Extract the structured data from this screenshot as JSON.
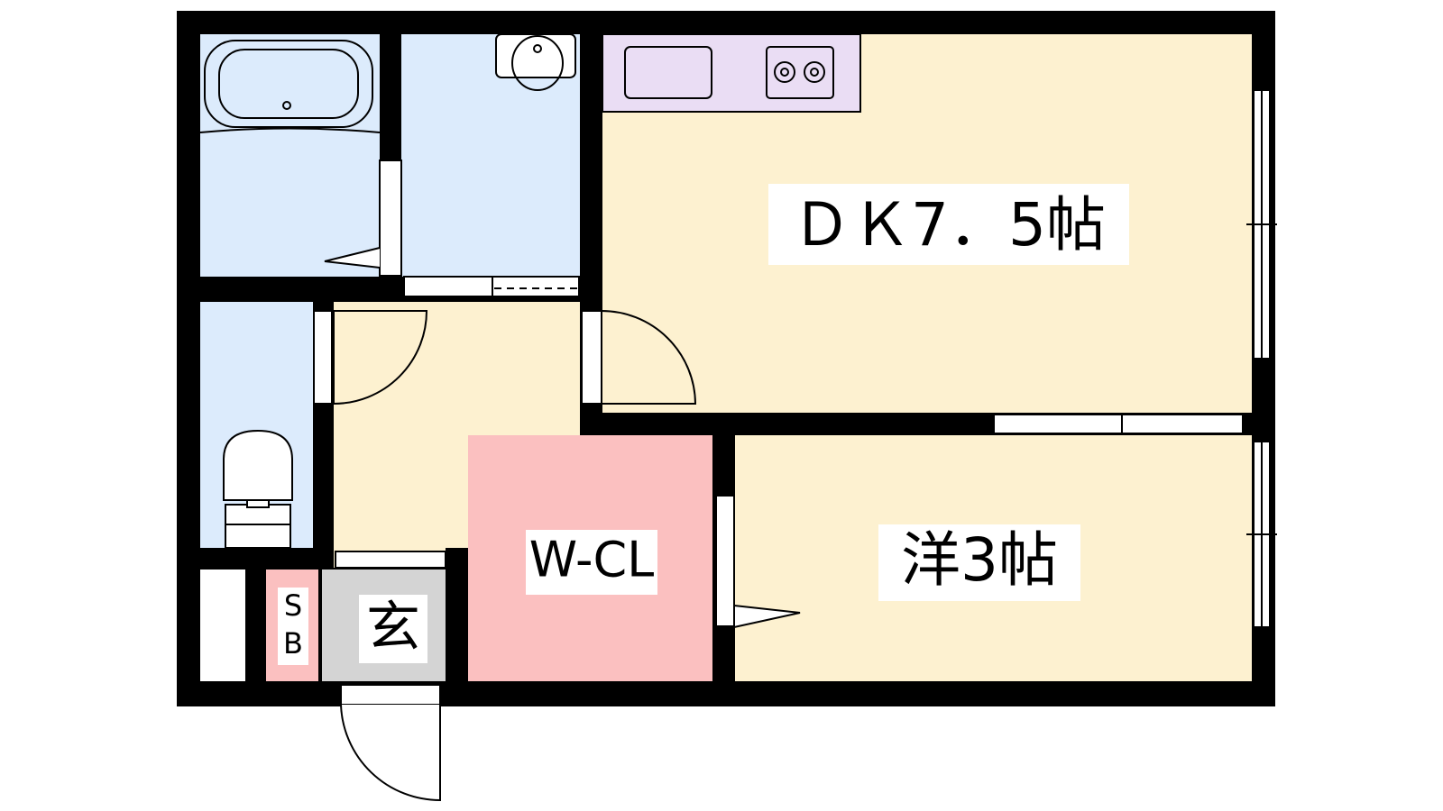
{
  "floor_plan": {
    "rooms": {
      "dining_kitchen": {
        "label": "ＤＫ7．5帖",
        "color": "#FDF1D0"
      },
      "western_room": {
        "label": "洋3帖",
        "color": "#FDF1D0"
      },
      "walk_in_closet": {
        "label": "W-CL",
        "color": "#FBC0C0"
      },
      "entrance": {
        "label": "玄",
        "color": "#D4D4D4"
      },
      "shoe_box_top": {
        "label": "S",
        "color": "#FBC0C0"
      },
      "shoe_box_bottom": {
        "label": "B"
      },
      "bathroom": {
        "color": "#DCEBFC"
      },
      "washroom": {
        "color": "#DCEBFC"
      },
      "toilet": {
        "color": "#DCEBFC"
      },
      "hallway": {
        "color": "#FDF1D0"
      },
      "kitchen_counter": {
        "color": "#EADDF4"
      }
    }
  }
}
